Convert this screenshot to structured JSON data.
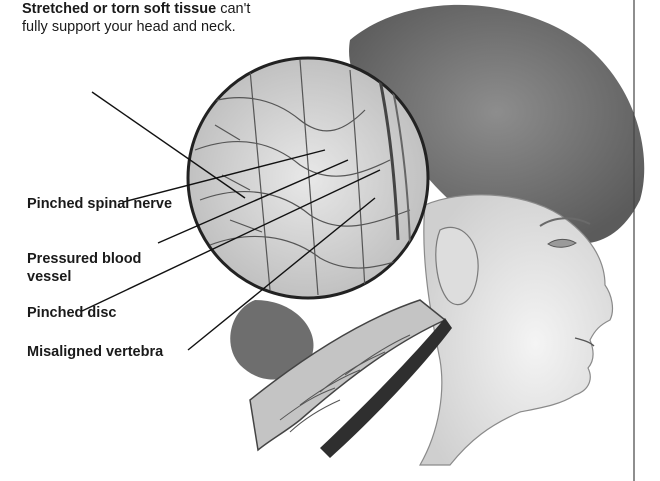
{
  "labels": {
    "soft_tissue_bold": "Stretched or torn soft tissue",
    "soft_tissue_rest": " can't fully support your head and neck.",
    "spinal_nerve": "Pinched spinal nerve",
    "blood_vessel": "Pressured blood vessel",
    "disc": "Pinched disc",
    "vertebra": "Misaligned vertebra"
  },
  "colors": {
    "ink": "#1a1a1a",
    "shading": "#9a9a9a",
    "background": "#ffffff"
  }
}
